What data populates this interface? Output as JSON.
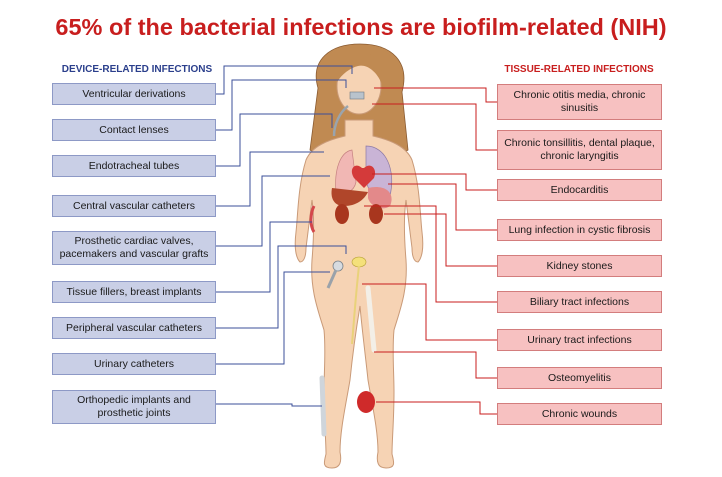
{
  "title": "65% of the bacterial infections are biofilm-related (NIH)",
  "device_header": "DEVICE-RELATED INFECTIONS",
  "tissue_header": "TISSUE-RELATED INFECTIONS",
  "device_items": [
    {
      "label": "Ventricular derivations"
    },
    {
      "label": "Contact lenses"
    },
    {
      "label": "Endotracheal tubes"
    },
    {
      "label": "Central vascular catheters"
    },
    {
      "label": "Prosthetic cardiac valves, pacemakers and vascular grafts"
    },
    {
      "label": "Tissue fillers, breast implants"
    },
    {
      "label": "Peripheral vascular catheters"
    },
    {
      "label": "Urinary catheters"
    },
    {
      "label": "Orthopedic implants and prosthetic joints"
    }
  ],
  "tissue_items": [
    {
      "label": "Chronic otitis media, chronic sinusitis"
    },
    {
      "label": "Chronic tonsillitis, dental plaque, chronic laryngitis"
    },
    {
      "label": "Endocarditis"
    },
    {
      "label": "Lung infection in cystic fibrosis"
    },
    {
      "label": "Kidney stones"
    },
    {
      "label": "Biliary tract infections"
    },
    {
      "label": "Urinary tract infections"
    },
    {
      "label": "Osteomyelitis"
    },
    {
      "label": "Chronic wounds"
    }
  ],
  "colors": {
    "title": "#c81e1e",
    "device_header": "#2b3f8c",
    "tissue_header": "#c81e1e",
    "device_box_fill": "#c9cfe6",
    "tissue_box_fill": "#f7c1c1",
    "device_line": "#3b4f9a",
    "tissue_line": "#c81e1e",
    "skin": "#f6d3b4"
  }
}
